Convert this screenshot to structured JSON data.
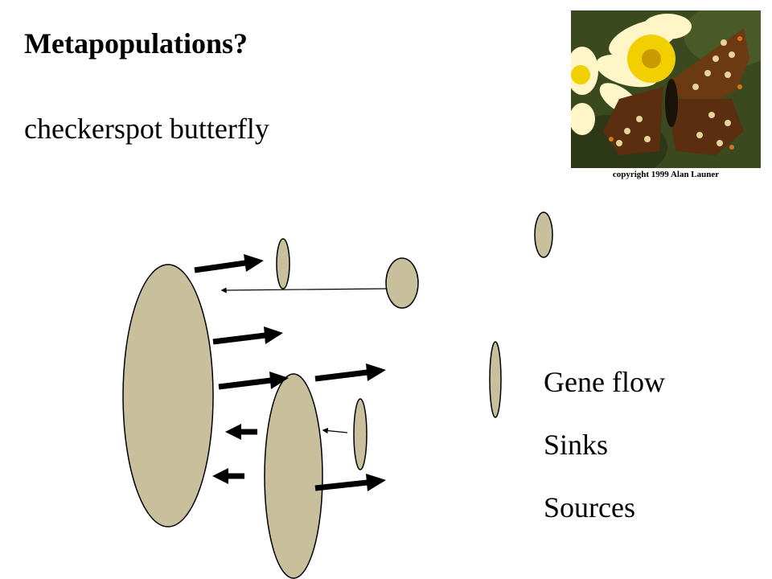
{
  "slide": {
    "title": "Metapopulations?",
    "subtitle": "checkerspot butterfly"
  },
  "photo": {
    "caption": "copyright 1999 Alan Launer",
    "subject": "butterfly-on-flower"
  },
  "legend": {
    "items": [
      "Gene flow",
      "Sinks",
      "Sources"
    ]
  },
  "colors": {
    "patch_fill": "#c8bf9c",
    "arrow": "#000000",
    "photo_background": "#3a4a1e",
    "flower_petal": "#fff6c8",
    "flower_center": "#f1cf00"
  }
}
